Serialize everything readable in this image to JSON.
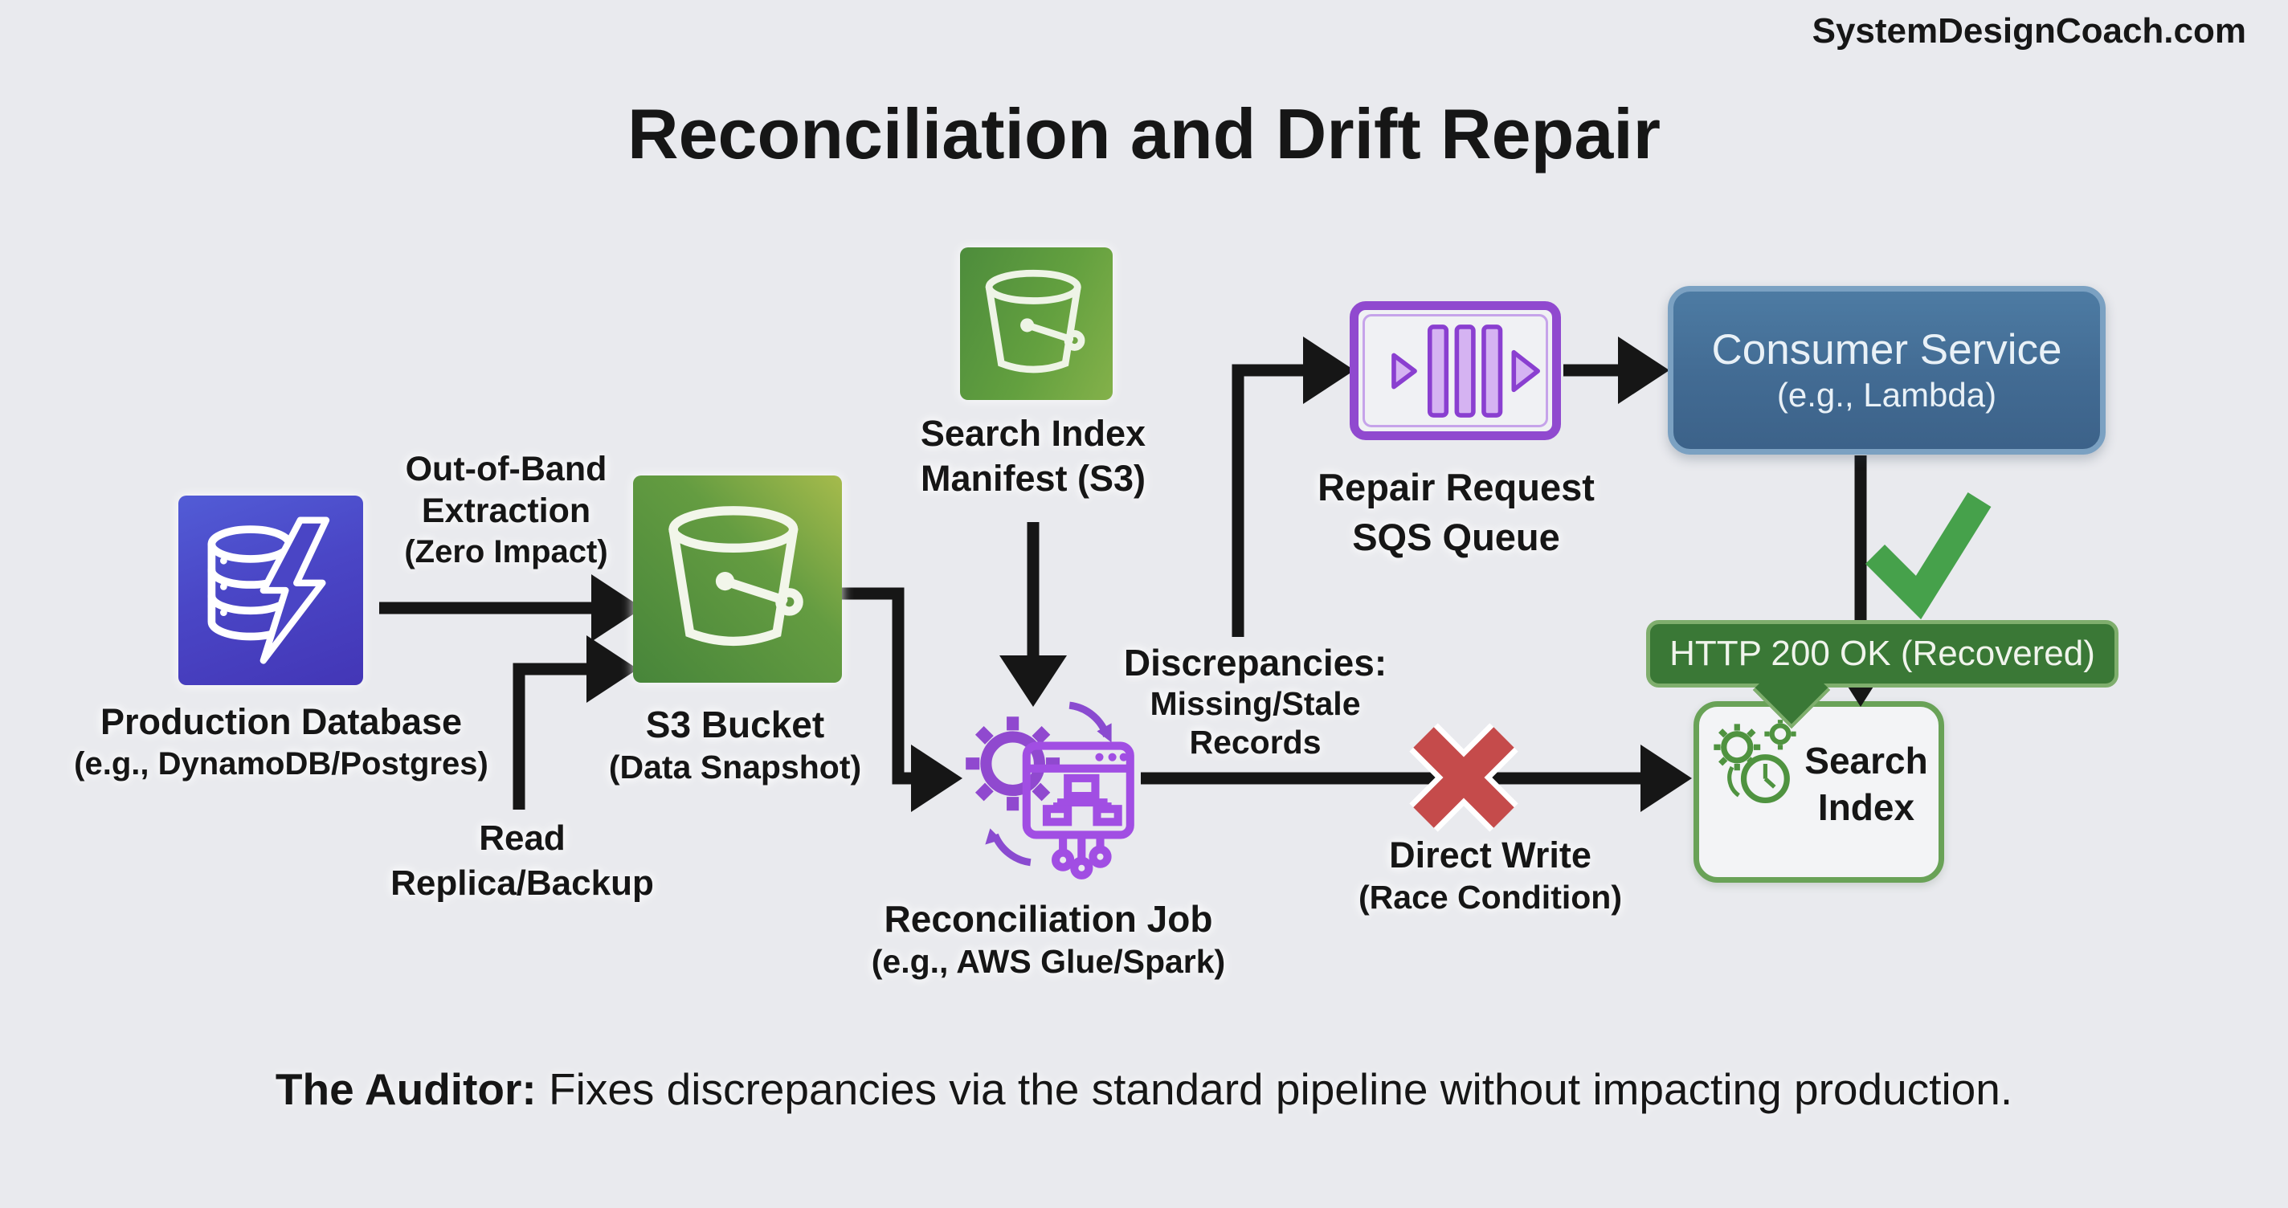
{
  "watermark": "SystemDesignCoach.com",
  "title": "Reconciliation and Drift Repair",
  "colors": {
    "background": "#e9eaee",
    "arrow_black": "#161616",
    "db_blue_gradient": [
      "#525cd6",
      "#4336b6"
    ],
    "s3_green_gradient": [
      "#a6bb4c",
      "#47853a"
    ],
    "purple_accent": "#9049cf",
    "purple_fill_light": "#d5b3f2",
    "consumer_blue": "#426b93",
    "consumer_border": "#7ba1c2",
    "badge_green": "#3a7836",
    "badge_border": "#7fae6d",
    "check_green": "#46a14b",
    "search_border_green": "#69a257",
    "error_red": "#c54b4b"
  },
  "nodes": {
    "production_db": {
      "label": "Production Database",
      "sublabel": "(e.g., DynamoDB/Postgres)",
      "icon": "database-lightning-icon"
    },
    "s3_bucket": {
      "label": "S3 Bucket",
      "sublabel": "(Data Snapshot)",
      "icon": "s3-bucket-icon"
    },
    "manifest": {
      "label_line1": "Search Index",
      "label_line2": "Manifest (S3)",
      "icon": "s3-bucket-icon"
    },
    "recon_job": {
      "label": "Reconciliation Job",
      "sublabel": "(e.g., AWS Glue/Spark)",
      "icon": "gear-etl-window-icon"
    },
    "sqs_queue": {
      "label_line1": "Repair Request",
      "label_line2": "SQS Queue",
      "icon": "sqs-queue-icon"
    },
    "consumer": {
      "label": "Consumer Service",
      "sublabel": "(e.g., Lambda)"
    },
    "search_index": {
      "label_line1": "Search",
      "label_line2": "Index",
      "icon": "gears-clock-icon"
    }
  },
  "edges": {
    "out_of_band": {
      "line1": "Out-of-Band",
      "line2": "Extraction",
      "line3": "(Zero Impact)"
    },
    "read_replica": {
      "line1": "Read",
      "line2": "Replica/Backup"
    },
    "discrepancies": {
      "line1": "Discrepancies:",
      "line2": "Missing/Stale",
      "line3": "Records"
    },
    "direct_write": {
      "line1": "Direct Write",
      "line2": "(Race Condition)"
    }
  },
  "badges": {
    "http_ok": "HTTP 200 OK (Recovered)"
  },
  "caption": {
    "lead": "The Auditor:",
    "rest": " Fixes discrepancies via the standard pipeline without impacting production."
  }
}
